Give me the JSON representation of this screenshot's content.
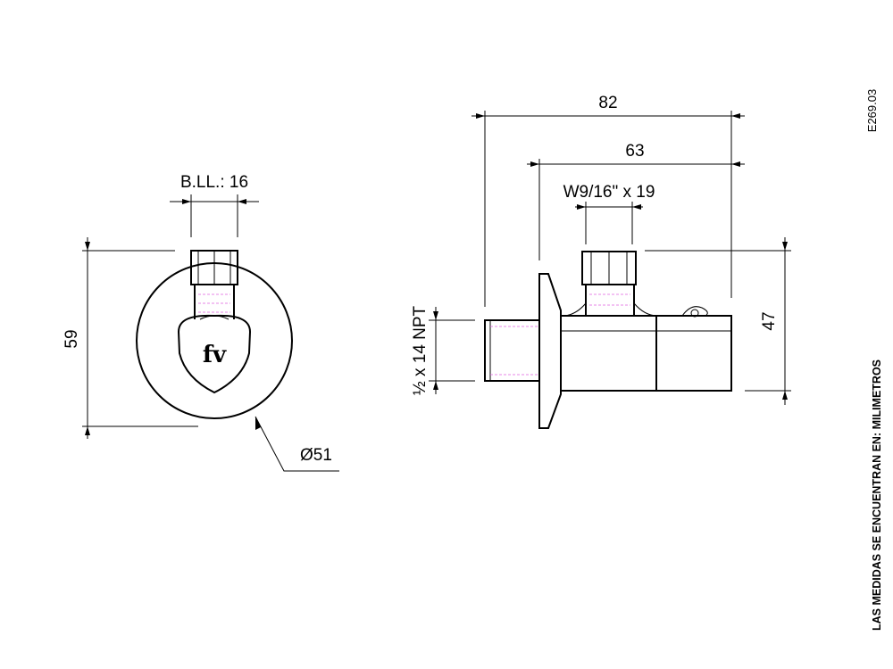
{
  "drawing_code": "E269.03",
  "units_note": "LAS MEDIDAS SE ENCUENTRAN EN: MILIMETROS",
  "front_view": {
    "bll_label": "B.LL.: 16",
    "height_label": "59",
    "diameter_label": "Ø51",
    "logo_text": "fv"
  },
  "side_view": {
    "overall_length_label": "82",
    "outlet_offset_label": "63",
    "outlet_thread_label": "W9/16\" x 19",
    "height_label": "47",
    "inlet_thread_label": "½ x 14 NPT"
  }
}
